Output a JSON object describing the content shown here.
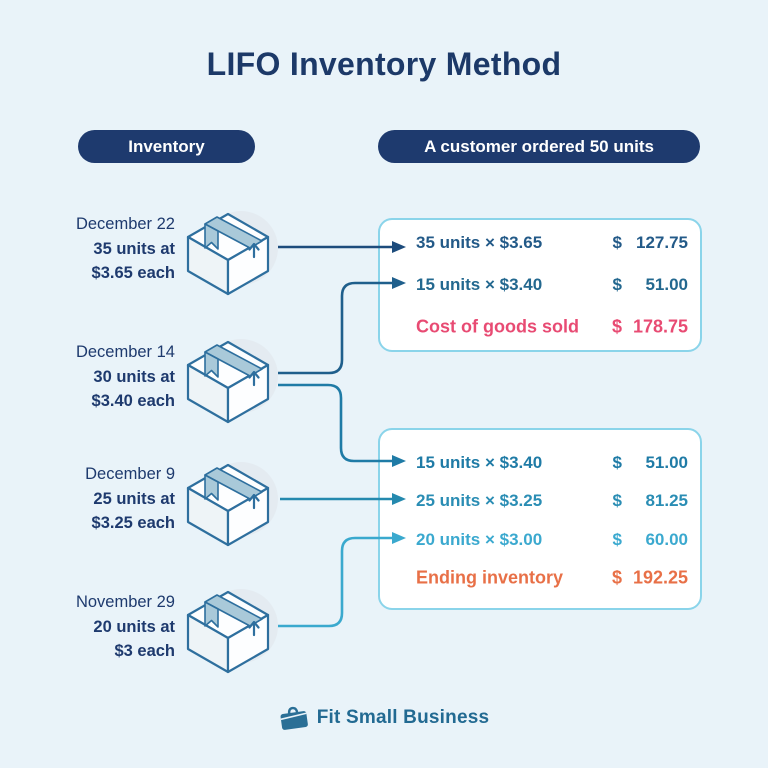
{
  "title": "LIFO Inventory Method",
  "headers": {
    "inventory": "Inventory",
    "order": "A customer ordered 50 units"
  },
  "inventory": {
    "items": [
      {
        "date": "December 22",
        "units": "35 units at",
        "price": "$3.65 each"
      },
      {
        "date": "December 14",
        "units": "30 units at",
        "price": "$3.40 each"
      },
      {
        "date": "December 9",
        "units": "25 units at",
        "price": "$3.25 each"
      },
      {
        "date": "November 29",
        "units": "20 units at",
        "price": "$3 each"
      }
    ]
  },
  "cogs_box": {
    "rows": [
      {
        "label": "35 units × $3.65",
        "currency": "$",
        "amount": "127.75"
      },
      {
        "label": "15 units × $3.40",
        "currency": "$",
        "amount": "51.00"
      }
    ],
    "total_label": "Cost of goods sold",
    "total_currency": "$",
    "total_amount": "178.75"
  },
  "ending_box": {
    "rows": [
      {
        "label": "15 units × $3.40",
        "currency": "$",
        "amount": "51.00"
      },
      {
        "label": "25 units × $3.25",
        "currency": "$",
        "amount": "81.25"
      },
      {
        "label": "20 units × $3.00",
        "currency": "$",
        "amount": "60.00"
      }
    ],
    "total_label": "Ending inventory",
    "total_currency": "$",
    "total_amount": "192.25"
  },
  "footer": {
    "brand": "Fit Small Business"
  },
  "colors": {
    "background": "#e9f3f9",
    "navy": "#1e3a6e",
    "box_border": "#8ad4ea",
    "cogs_total": "#e84b73",
    "ending_total": "#e87047",
    "row_blue_dark": "#235a88",
    "row_blue_mid": "#1f7ba6",
    "row_blue_light": "#3ba9cf",
    "brand_teal": "#226a92",
    "icon_stroke": "#2e6f9e"
  }
}
